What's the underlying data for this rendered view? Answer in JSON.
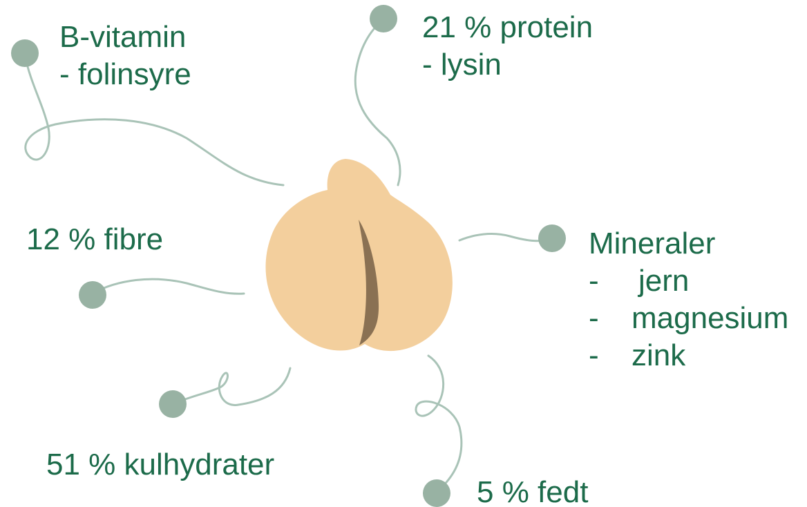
{
  "colors": {
    "text": "#1c6b4a",
    "tendril": "#a9c3b7",
    "bulb": "#98b2a3",
    "seed": "#f3cf9d",
    "seam": "#8a7153"
  },
  "icons": {
    "center": "chickpea-seed-icon",
    "tendril": "sprout-tendril-icon"
  },
  "labels": {
    "vitamin": {
      "line1": "B-vitamin",
      "line2": "- folinsyre"
    },
    "protein": {
      "line1": "21 % protein",
      "line2": "- lysin"
    },
    "fibre": {
      "line1": "12 % fibre"
    },
    "minerals": {
      "title": "Mineraler",
      "items": [
        {
          "dash": "-",
          "text": "jern"
        },
        {
          "dash": "-",
          "text": "magnesium"
        },
        {
          "dash": "-",
          "text": "zink"
        }
      ]
    },
    "carbs": {
      "line1": "51 % kulhydrater"
    },
    "fat": {
      "line1": "5 % fedt"
    }
  }
}
